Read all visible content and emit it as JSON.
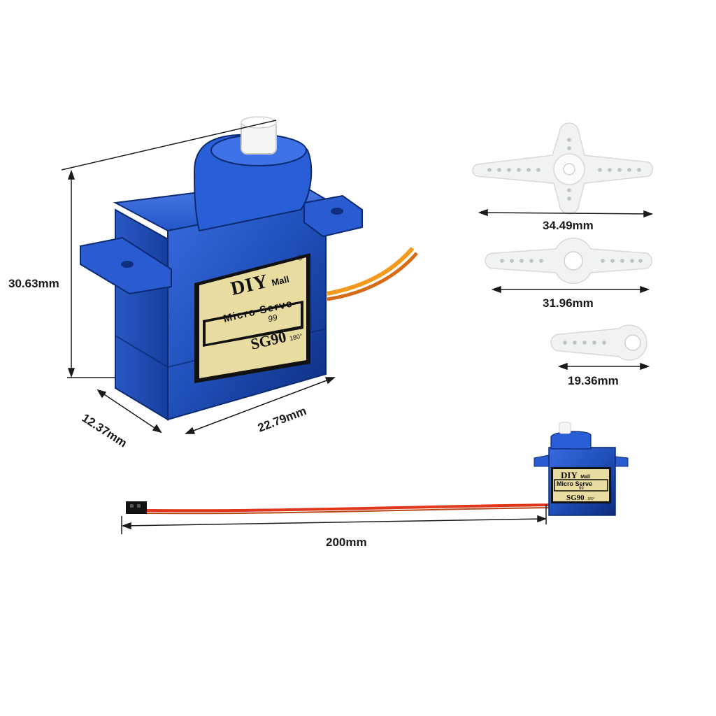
{
  "dimensions": {
    "height": "30.63mm",
    "depth": "12.37mm",
    "width": "22.79mm",
    "horn_large": "34.49mm",
    "horn_medium": "31.96mm",
    "horn_small": "19.36mm",
    "cable": "200mm"
  },
  "label": {
    "brand": "DIY",
    "brand_suffix": "Mall",
    "registered": "®",
    "line1": "Micro Serve",
    "line2": "99",
    "model": "SG90",
    "rotation": "180°"
  },
  "colors": {
    "servo_blue": "#1f4fb8",
    "servo_dark": "#0f2f86",
    "label_bg": "#e9dca0",
    "label_border": "#111111",
    "horn": "#f2f4f2",
    "wire_red": "#e0361c",
    "wire_orange": "#f39a1e",
    "connector": "#111111"
  }
}
